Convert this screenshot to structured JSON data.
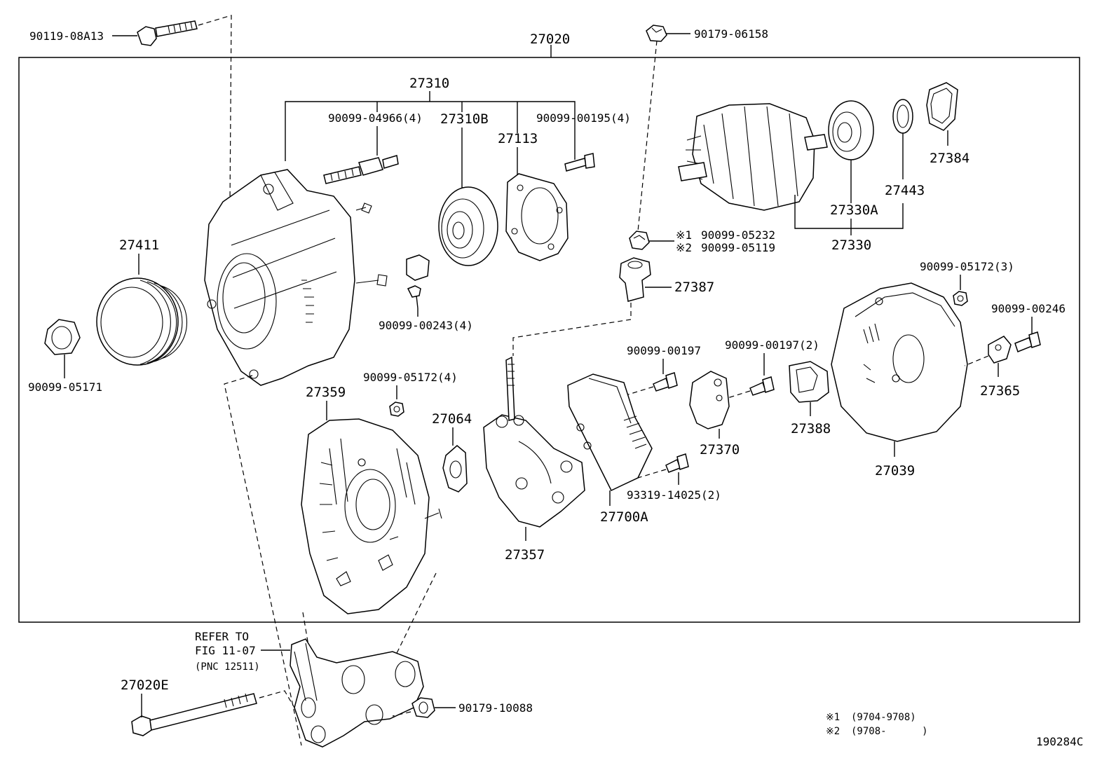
{
  "assembly": {
    "code": "27020"
  },
  "labels": {
    "p90119_08A13": "90119-08A13",
    "p90179_06158": "90179-06158",
    "p27310": "27310",
    "p90099_04966": "90099-04966(4)",
    "p27310B": "27310B",
    "p27113": "27113",
    "p90099_00195": "90099-00195(4)",
    "p27384": "27384",
    "p27443": "27443",
    "p27330A": "27330A",
    "p27330": "27330",
    "p27411": "27411",
    "p90099_00243": "90099-00243(4)",
    "p90099_05171": "90099-05171",
    "p90099_05232": "90099-05232",
    "p90099_05119": "90099-05119",
    "p27387": "27387",
    "p90099_05172_3": "90099-05172(3)",
    "p90099_00246": "90099-00246",
    "p90099_00197": "90099-00197",
    "p90099_00197_2": "90099-00197(2)",
    "p27365": "27365",
    "p27359": "27359",
    "p90099_05172_4": "90099-05172(4)",
    "p27064": "27064",
    "p27370": "27370",
    "p27388": "27388",
    "p27039": "27039",
    "p93319_14025": "93319-14025(2)",
    "p27700A": "27700A",
    "p27357": "27357",
    "p27020E": "27020E",
    "p90179_10088": "90179-10088"
  },
  "notes": {
    "mark1": "※1",
    "mark2": "※2",
    "refer_line1": "REFER TO",
    "refer_line2": "FIG 11-07",
    "refer_line3": "(PNC 12511)",
    "legend1_mark": "※1",
    "legend1_range": "(9704-9708)",
    "legend2_mark": "※2",
    "legend2_range": "(9708-      )"
  },
  "figure_id": "190284C"
}
